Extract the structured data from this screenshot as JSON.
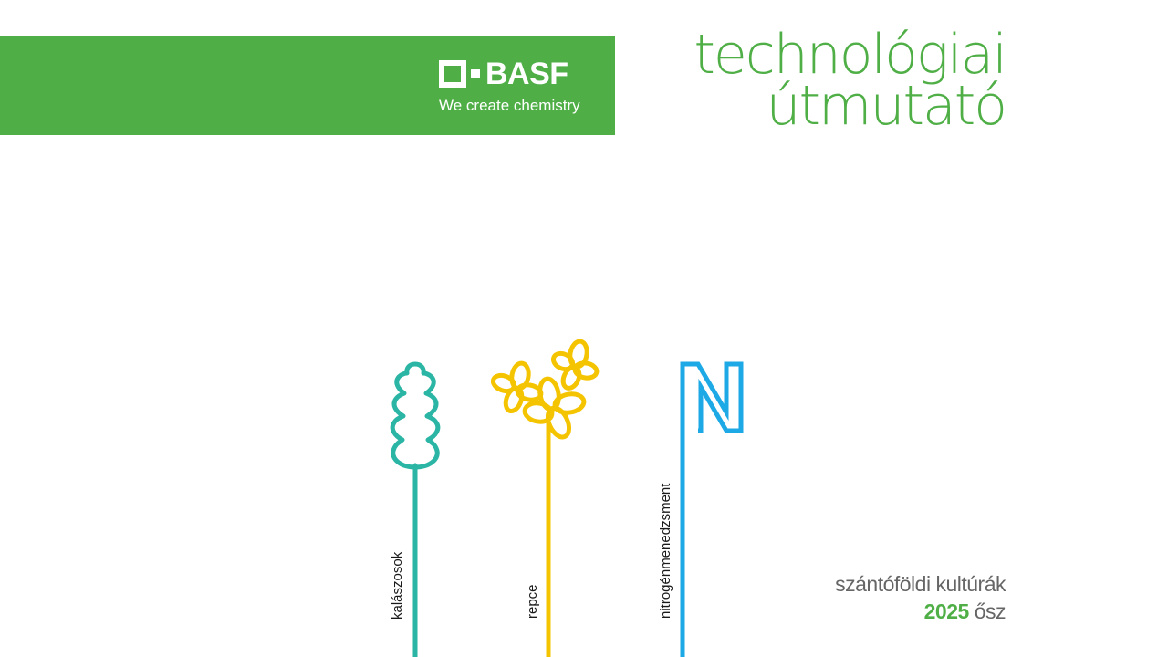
{
  "brand": {
    "name": "BASF",
    "tagline": "We create chemistry",
    "color": "#4faf46"
  },
  "title": {
    "line1": "technológiai",
    "line2": "útmutató"
  },
  "categories": [
    {
      "label": "kalászosok",
      "icon": "wheat-ear-icon",
      "color": "#2bb5a5"
    },
    {
      "label": "repce",
      "icon": "rapeseed-flower-icon",
      "color": "#f5c400"
    },
    {
      "label": "nitrogénmenedzsment",
      "icon": "letter-n-icon",
      "color": "#1ca9e6"
    }
  ],
  "subtitle": {
    "line1": "szántóföldi kultúrák",
    "year": "2025",
    "season": "ősz"
  }
}
